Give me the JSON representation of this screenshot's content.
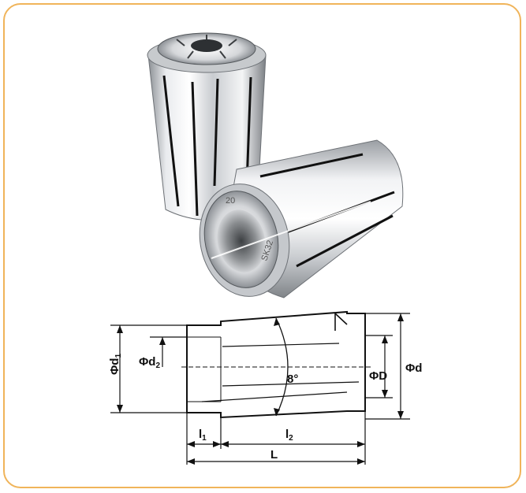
{
  "engravings": {
    "size_number": "20",
    "model": "SK32"
  },
  "dimensions": {
    "outer_d_prefix": "Φd",
    "outer_d_sub": "1",
    "inner_d_prefix": "Φd",
    "inner_d_sub": "2",
    "big_d": "Φd",
    "collar_d": "ΦD",
    "l1_prefix": "l",
    "l1_sub": "1",
    "l2_prefix": "l",
    "l2_sub": "2",
    "total_length": "L",
    "taper_angle": "8°"
  },
  "colors": {
    "frame_border": "#f0b45a",
    "line": "#111111"
  }
}
